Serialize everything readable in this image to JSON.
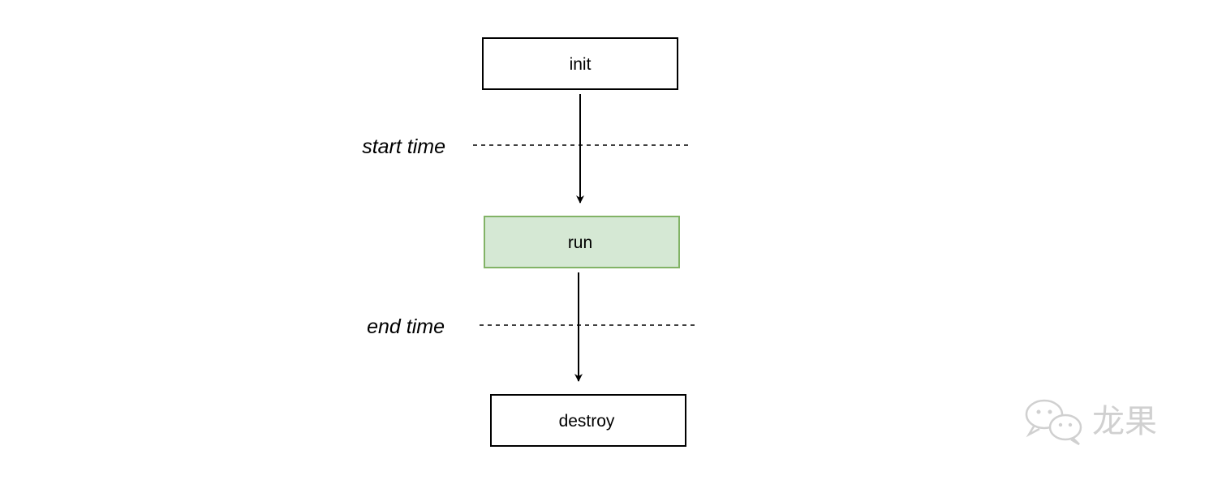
{
  "nodes": {
    "init": {
      "label": "init",
      "fill": "#ffffff",
      "stroke": "#000000"
    },
    "run": {
      "label": "run",
      "fill": "#d5e8d4",
      "stroke": "#82b366"
    },
    "destroy": {
      "label": "destroy",
      "fill": "#ffffff",
      "stroke": "#000000"
    }
  },
  "markers": {
    "start": {
      "label": "start time"
    },
    "end": {
      "label": "end time"
    }
  },
  "watermark": {
    "icon": "wechat-icon",
    "text": "龙果",
    "color": "#d0d0d0"
  }
}
